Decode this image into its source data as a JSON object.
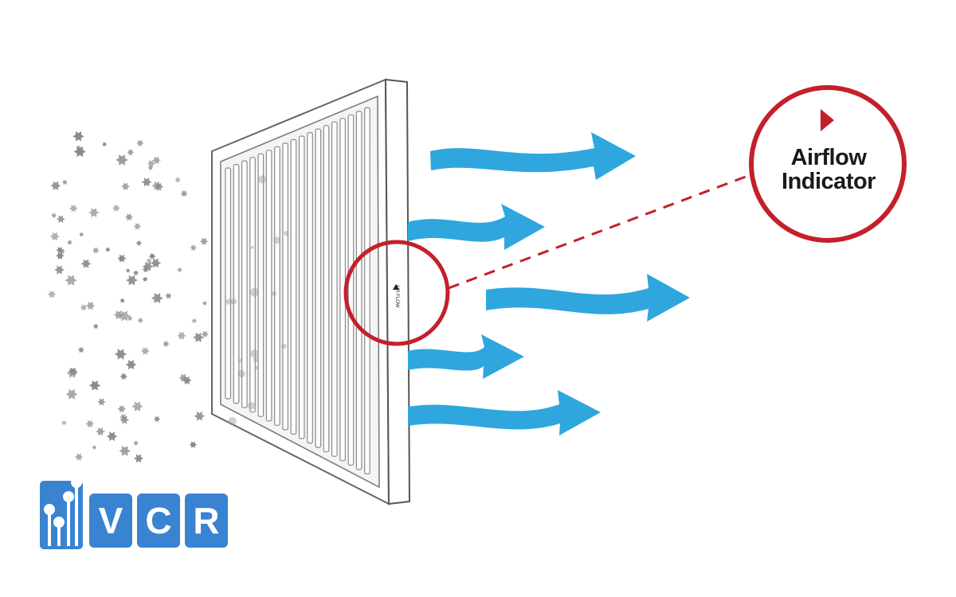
{
  "callout": {
    "line1": "Airflow",
    "line2": "Indicator"
  },
  "filter": {
    "edge_label": "AIR FLOW"
  },
  "logo": {
    "letters": [
      "V",
      "C",
      "R"
    ]
  },
  "colors": {
    "arrow": "#2fa6de",
    "callout_ring": "#c4202a",
    "dust": "#8a8a8a",
    "logo_blue": "#3a83d1",
    "frame": "#555555"
  },
  "icons": {
    "direction_marker": "triangle-right-icon",
    "edge_marker": "triangle-up-icon",
    "logo_mark": "circuit-pins-icon"
  }
}
